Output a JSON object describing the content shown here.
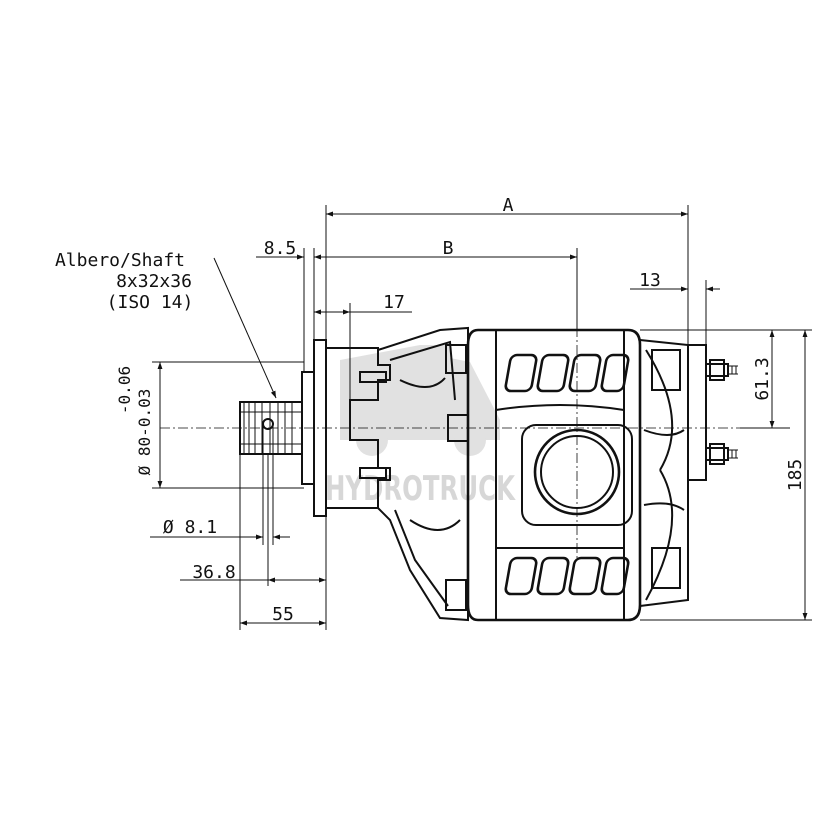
{
  "watermark": {
    "brand": "HYDROTRUCK"
  },
  "shaft_label": {
    "line1": "Albero/Shaft",
    "line2": "8x32x36",
    "line3": "(ISO 14)"
  },
  "dimensions": {
    "A": "A",
    "B": "B",
    "d8_5": "8.5",
    "d17": "17",
    "d13": "13",
    "d61_3": "61.3",
    "d185": "185",
    "pilot_diameter": "Ø 80-0.03",
    "pilot_tolerance": "-0.06",
    "hole_diameter": "Ø 8.1",
    "d36_8": "36.8",
    "d55": "55"
  }
}
